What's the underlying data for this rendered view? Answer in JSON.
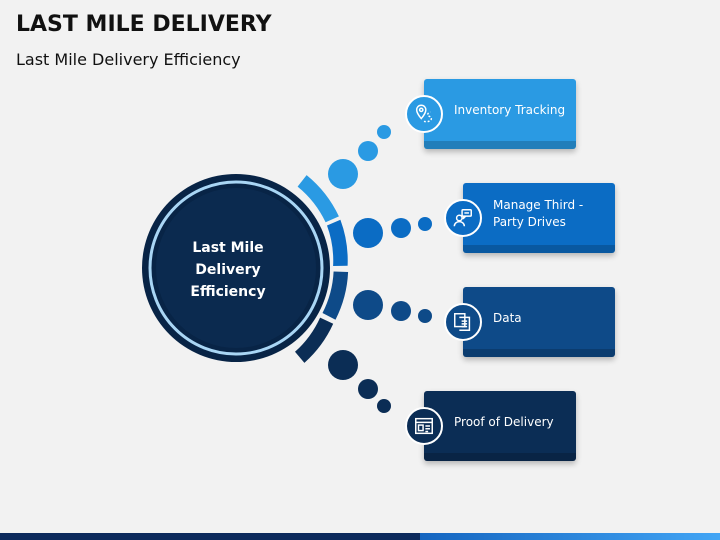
{
  "header": {
    "title": "LAST MILE DELIVERY",
    "subtitle": "Last Mile Delivery Efficiency"
  },
  "center": {
    "label": "Last Mile\nDelivery\nEfficiency",
    "color": "#0b2a4f"
  },
  "items": [
    {
      "label": "Inventory Tracking",
      "icon": "location-pin-icon",
      "color": "#2a9ae3"
    },
    {
      "label": "Manage Third -\nParty Drives",
      "icon": "chat-person-icon",
      "color": "#0b6cc4"
    },
    {
      "label": "Data",
      "icon": "documents-icon",
      "color": "#0e4a88"
    },
    {
      "label": "Proof of Delivery",
      "icon": "receipt-icon",
      "color": "#0b2d55"
    }
  ]
}
